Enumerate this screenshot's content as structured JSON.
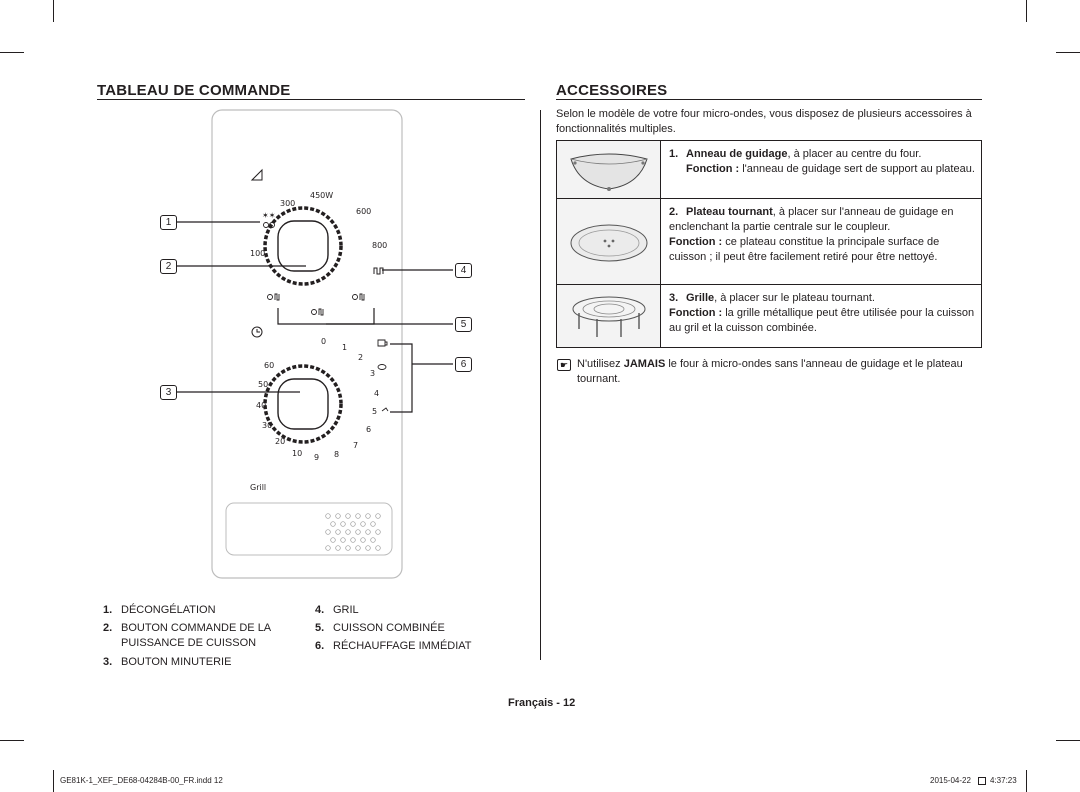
{
  "left": {
    "title": "TABLEAU DE COMMANDE",
    "panel": {
      "power_ticks": [
        "450W",
        "300",
        "600",
        "100",
        "800"
      ],
      "timer_ticks": [
        "0",
        "1",
        "2",
        "3",
        "4",
        "5",
        "6",
        "7",
        "8",
        "9",
        "10",
        "20",
        "30",
        "40",
        "50",
        "60"
      ],
      "grill_label": "Grill"
    },
    "callouts": [
      "1",
      "2",
      "3",
      "4",
      "5",
      "6"
    ],
    "legend": [
      {
        "n": "1.",
        "label": "DÉCONGÉLATION"
      },
      {
        "n": "2.",
        "label": "BOUTON COMMANDE DE LA",
        "label2": "PUISSANCE DE CUISSON"
      },
      {
        "n": "3.",
        "label": "BOUTON MINUTERIE"
      },
      {
        "n": "4.",
        "label": "GRIL"
      },
      {
        "n": "5.",
        "label": "CUISSON COMBINÉE"
      },
      {
        "n": "6.",
        "label": "RÉCHAUFFAGE IMMÉDIAT"
      }
    ]
  },
  "right": {
    "title": "ACCESSOIRES",
    "intro": "Selon le modèle de votre four micro-ondes, vous disposez de plusieurs accessoires à fonctionnalités multiples.",
    "items": [
      {
        "n": "1.",
        "name": "Anneau de guidage",
        "desc": ", à placer au centre du four.",
        "fn_label": "Fonction :",
        "fn_text": " l'anneau de guidage sert de support au plateau."
      },
      {
        "n": "2.",
        "name": "Plateau tournant",
        "desc": ", à placer sur l'anneau de guidage en enclenchant la partie centrale sur le coupleur.",
        "fn_label": "Fonction :",
        "fn_text": " ce plateau constitue la principale surface de cuisson ; il peut être facilement retiré pour être nettoyé."
      },
      {
        "n": "3.",
        "name": "Grille",
        "desc": ", à placer sur le plateau tournant.",
        "fn_label": "Fonction :",
        "fn_text": " la grille métallique peut être utilisée pour la cuisson au gril et la cuisson combinée."
      }
    ],
    "note_pre": "N'utilisez ",
    "note_bold": "JAMAIS",
    "note_post": " le four à micro-ondes sans l'anneau de guidage et le plateau tournant."
  },
  "page_label": "Français - 12",
  "footer": {
    "file": "GE81K-1_XEF_DE68-04284B-00_FR.indd   12",
    "date": "2015-04-22",
    "time": "4:37:23"
  }
}
